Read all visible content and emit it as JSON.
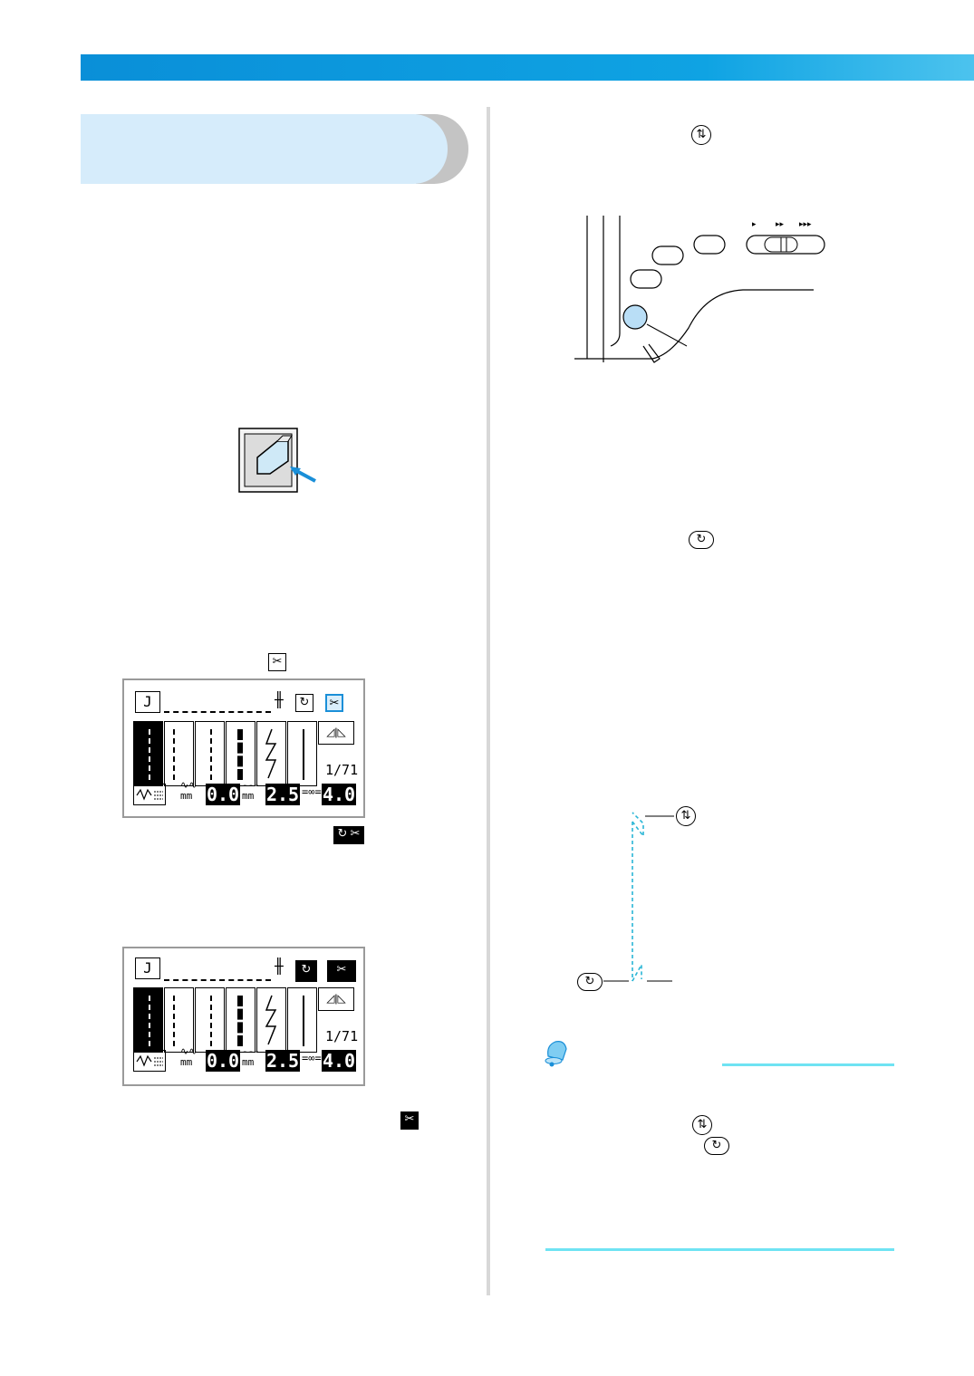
{
  "header": {
    "bar_color_left": "#0a8fd8",
    "bar_color_right": "#4cc3ee"
  },
  "section_tab": {
    "bg_color": "#d6ecfb",
    "tab_color": "#c4c4c4"
  },
  "icons": {
    "needle_position": "needle-up-down-icon",
    "reverse_stitch": "reverse-stitch-icon",
    "thread_cutter": "thread-cutter-icon",
    "memo": "bell-memo-icon",
    "power": "power-switch-icon"
  },
  "lcd_display": {
    "page_counter": "1/71",
    "stitch_width": "0.0",
    "stitch_length": "2.5",
    "tension": "4.0",
    "width_unit": "mm",
    "length_unit": "mm"
  },
  "speed_slider": {
    "marks": [
      "▸",
      "▸▸",
      "▸▸▸"
    ]
  },
  "glyphs": {
    "needle": "⇅",
    "reverse": "↻",
    "cutter": "✂",
    "mirror": "◿|◺",
    "foot": "J",
    "twin": "╫"
  },
  "accent": "#2ab6d6",
  "note_line_color": "#6fe3f3"
}
